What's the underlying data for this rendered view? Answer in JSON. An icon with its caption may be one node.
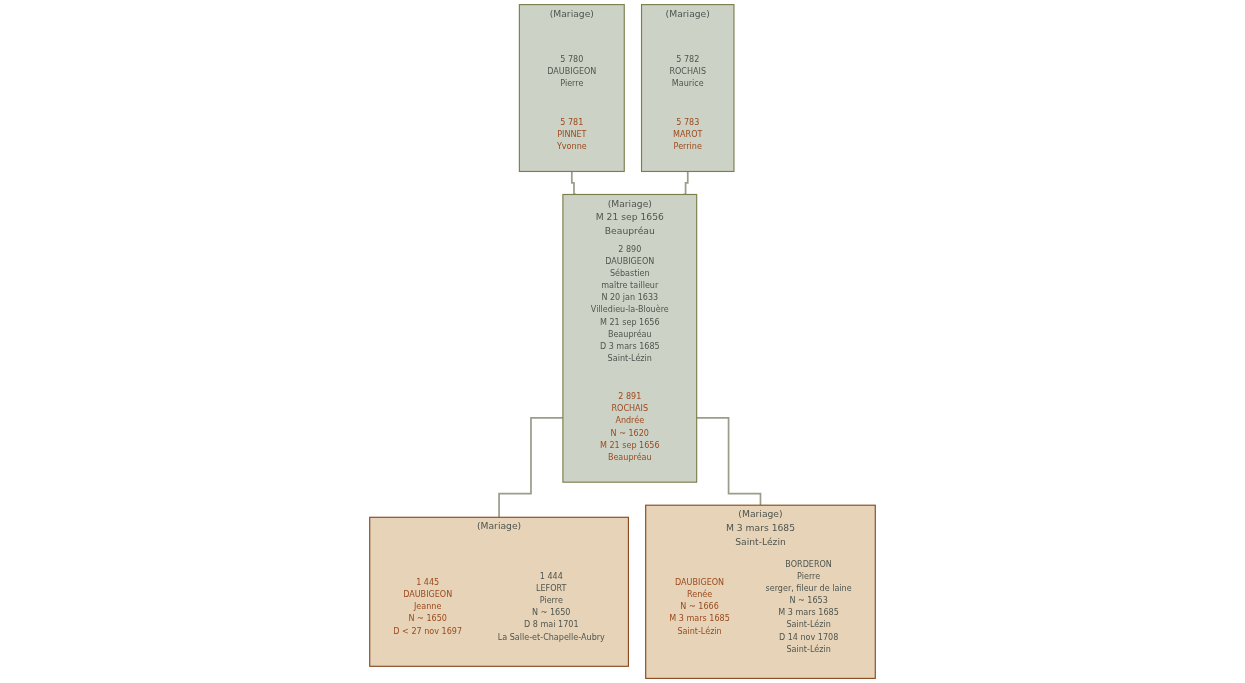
{
  "diagram": {
    "nodes": [
      {
        "text": [
          "(Mariage)"
        ]
      },
      {
        "text": [
          "5 780",
          "DAUBIGEON",
          "Pierre"
        ],
        "in": 0
      },
      {
        "text": [
          "5 781",
          "PINNET",
          "Yvonne"
        ],
        "in": 0
      },
      {
        "text": [
          "(Mariage)"
        ]
      },
      {
        "text": [
          "5 782",
          "ROCHAIS",
          "Maurice"
        ],
        "in": 3
      },
      {
        "text": [
          "5 783",
          "MAROT",
          "Perrine"
        ],
        "in": 3
      },
      {
        "text": [
          "(Mariage)",
          "M 21 sep 1656",
          "Beaupréau"
        ]
      },
      {
        "text": [
          "2 890",
          "DAUBIGEON",
          "Sébastien",
          "maître tailleur",
          "N 20 jan 1633",
          "Villedieu-la-Blouère",
          "M 21 sep 1656",
          "Beaupréau",
          "D 3 mars 1685",
          "Saint-Lézin"
        ],
        "in": 6
      },
      {
        "text": [
          "2 891",
          "ROCHAIS",
          "Andrée",
          "N ~ 1620",
          "M 21 sep 1656",
          "Beaupréau"
        ],
        "in": 6
      },
      {
        "text": [
          "(Mariage)"
        ]
      },
      {
        "text": [
          "1 445",
          "DAUBIGEON",
          "Jeanne",
          "N ~ 1650",
          "D < 27 nov 1697"
        ],
        "in": 9
      },
      {
        "text": [
          "1 444",
          "LEFORT",
          "Pierre",
          "N ~ 1650",
          "D 8 mai 1701",
          "La Salle-et-Chapelle-Aubry"
        ],
        "in": 9
      },
      {
        "text": [
          "(Mariage)",
          "M 3 mars 1685",
          "Saint-Lézin"
        ]
      },
      {
        "text": [
          "DAUBIGEON",
          "Renée",
          "N ~ 1666",
          "M 3 mars 1685",
          "Saint-Lézin"
        ],
        "in": 12
      },
      {
        "text": [
          "BORDERON",
          "Pierre",
          "serger, fileur de laine",
          "N ~ 1653",
          "M 3 mars 1685",
          "Saint-Lézin",
          "D 14 nov 1708",
          "Saint-Lézin"
        ],
        "in": 12
      }
    ],
    "edges": [
      {
        "from": 0,
        "to": 6,
        "arrow": "none"
      },
      {
        "from": 3,
        "to": 6,
        "arrow": "none"
      },
      {
        "from": 6,
        "to": 9,
        "arrow": "none"
      },
      {
        "from": 6,
        "to": 12,
        "arrow": "none"
      }
    ]
  }
}
